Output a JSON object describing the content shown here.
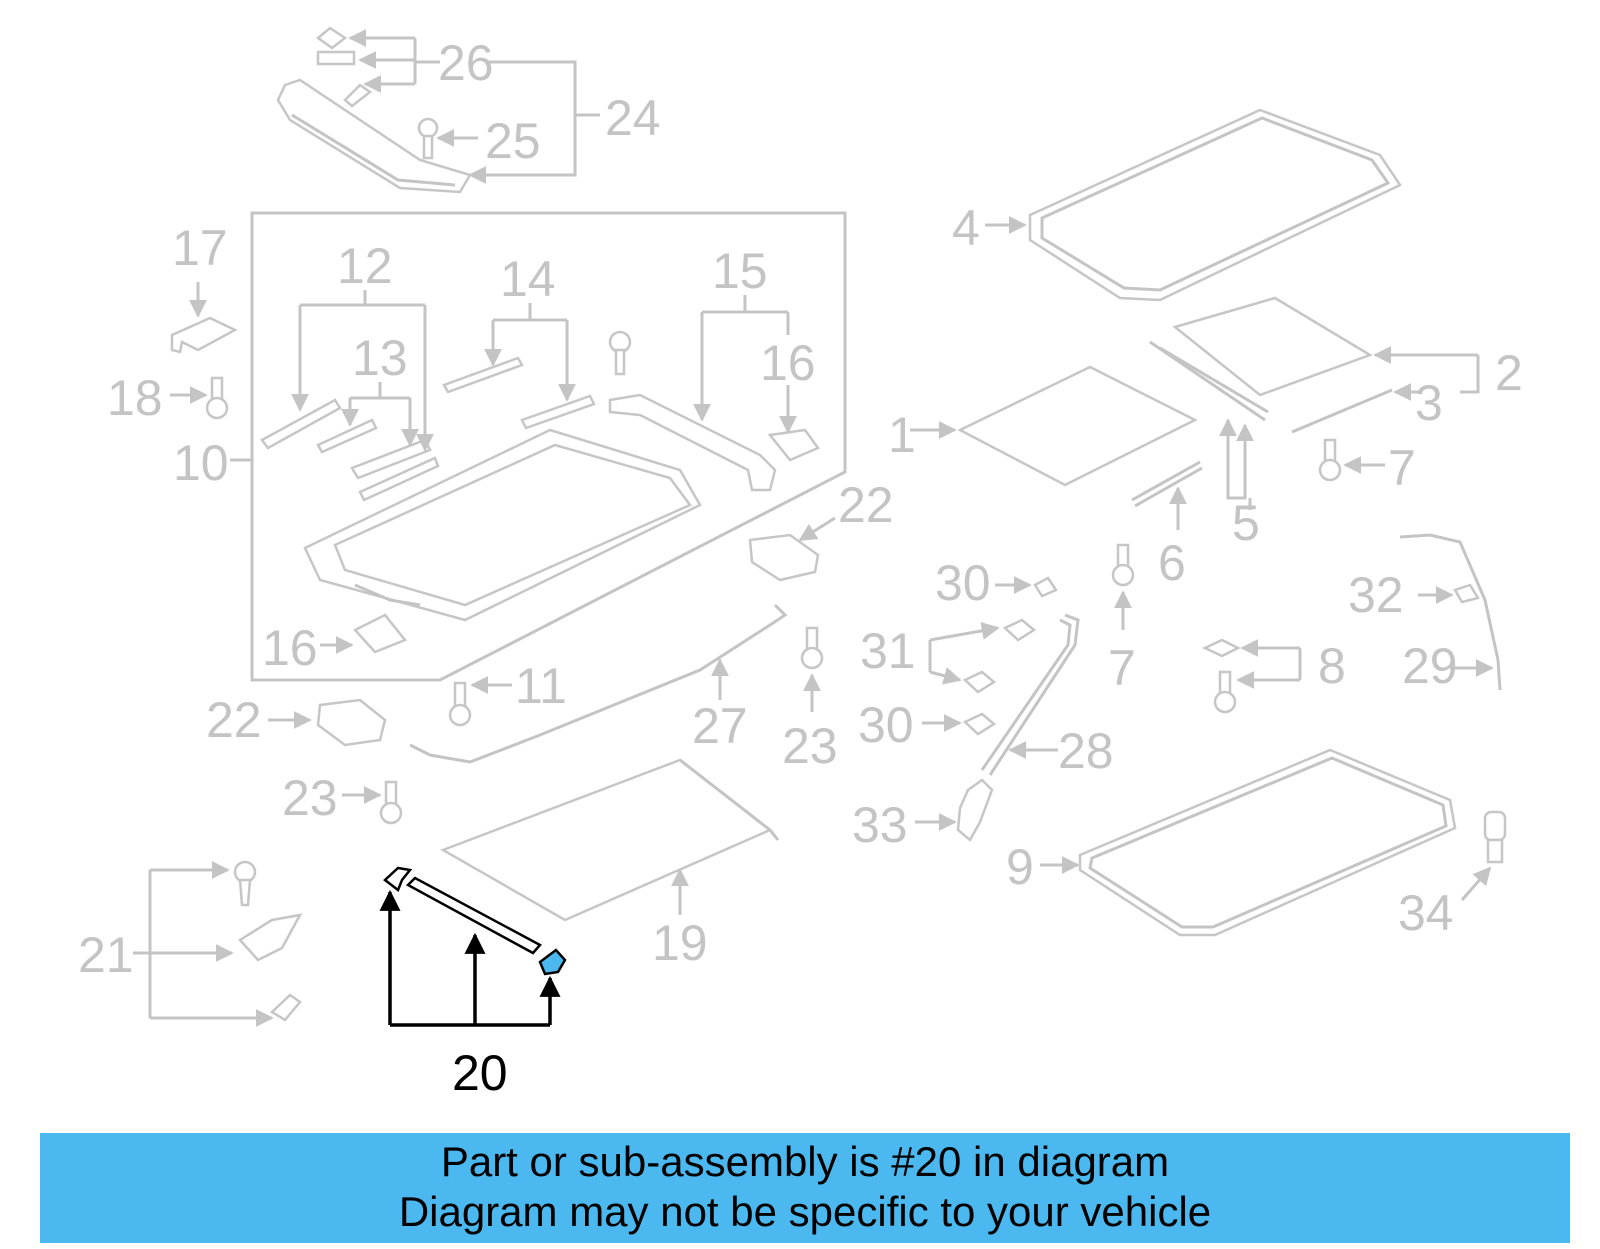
{
  "caption": {
    "line1": "Part or sub-assembly is #20 in diagram",
    "line2": "Diagram may not be specific to your vehicle"
  },
  "colors": {
    "banner": "#4bb9ef",
    "inactive": "#c4c4c4",
    "active": "#000000",
    "highlight": "#4bb9ef"
  },
  "highlighted_part": "20",
  "callouts": {
    "c1": "1",
    "c2": "2",
    "c3": "3",
    "c4": "4",
    "c5": "5",
    "c6": "6",
    "c7a": "7",
    "c7b": "7",
    "c8": "8",
    "c9": "9",
    "c10": "10",
    "c11": "11",
    "c12": "12",
    "c13": "13",
    "c14": "14",
    "c15": "15",
    "c16a": "16",
    "c16b": "16",
    "c17": "17",
    "c18": "18",
    "c19": "19",
    "c20": "20",
    "c21": "21",
    "c22a": "22",
    "c22b": "22",
    "c23a": "23",
    "c23b": "23",
    "c24": "24",
    "c25": "25",
    "c26": "26",
    "c27": "27",
    "c28": "28",
    "c29": "29",
    "c30a": "30",
    "c30b": "30",
    "c31": "31",
    "c32": "32",
    "c33": "33",
    "c34": "34"
  }
}
